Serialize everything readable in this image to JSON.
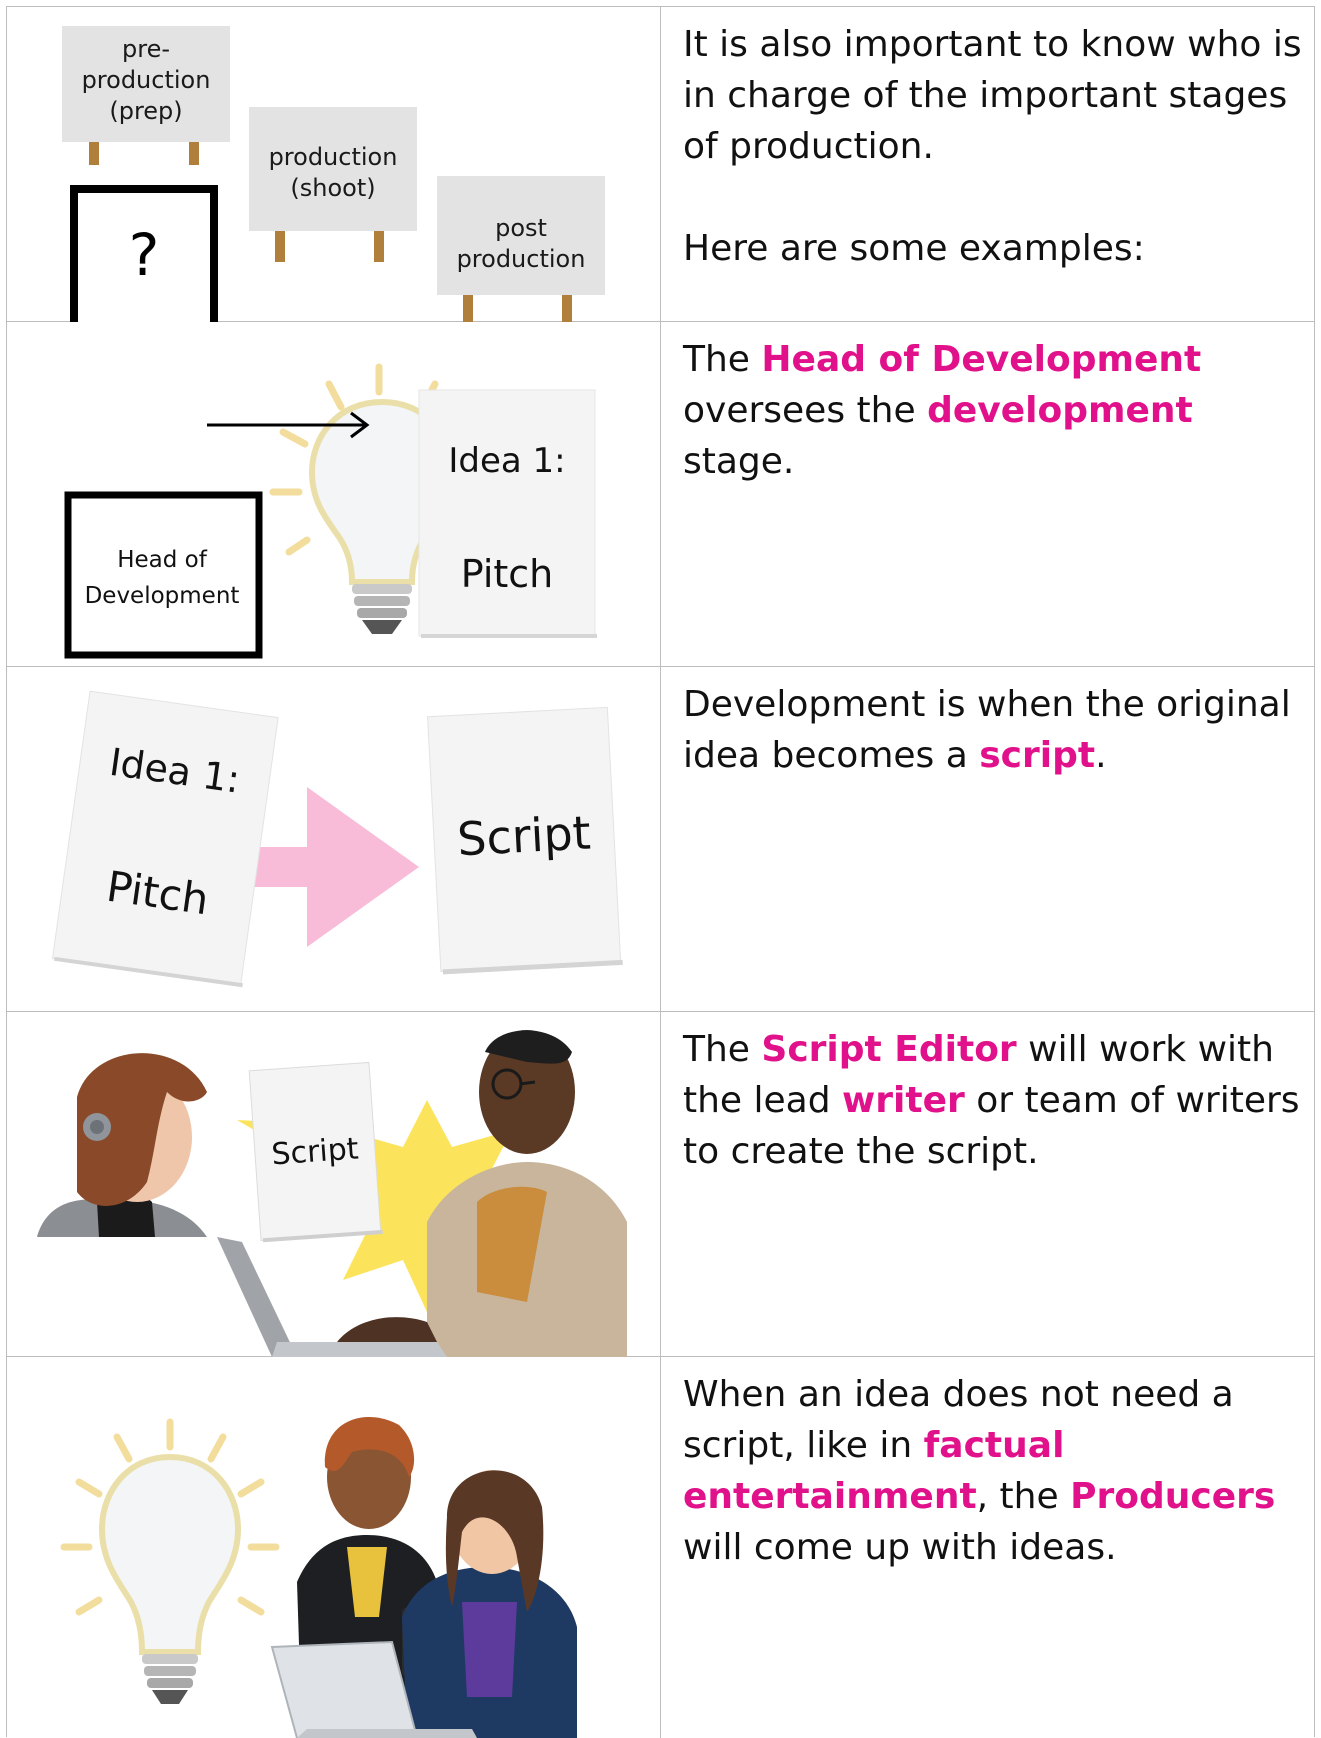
{
  "colors": {
    "highlight": "#e0118a",
    "border": "#bdbdbd",
    "sign_grey": "#e2e3e2",
    "pink_arrow": "#f8bcd9"
  },
  "rows": [
    {
      "illustration": {
        "signs": [
          "pre-",
          "production",
          "(prep)",
          "production",
          "(shoot)",
          "post",
          "production"
        ],
        "box_label": "?"
      },
      "text": {
        "p1": "It is also important to know who is in charge of the important stages of production.",
        "p2": "Here are some examples:"
      }
    },
    {
      "illustration": {
        "box_label_line1": "Head of",
        "box_label_line2": "Development",
        "card_line1": "Idea 1:",
        "card_line2": "Pitch"
      },
      "text": {
        "a": "The ",
        "b": "Head of Development",
        "c": " oversees the ",
        "d": "development",
        "e": " stage."
      }
    },
    {
      "illustration": {
        "card_line1": "Idea 1:",
        "card_line2": "Pitch",
        "result_card": "Script"
      },
      "text": {
        "a": "Development is when the original idea becomes a ",
        "b": "script",
        "c": "."
      }
    },
    {
      "illustration": {
        "card": "Script"
      },
      "text": {
        "a": "The ",
        "b": "Script Editor",
        "c": " will work with the lead ",
        "d": "writer",
        "e": " or team of writers to create the script."
      }
    },
    {
      "illustration": {},
      "text": {
        "a": "When an idea does not need a script, like in ",
        "b": "factual entertainment",
        "c": ", the ",
        "d": "Producers",
        "e": " will come up with ideas."
      }
    }
  ]
}
